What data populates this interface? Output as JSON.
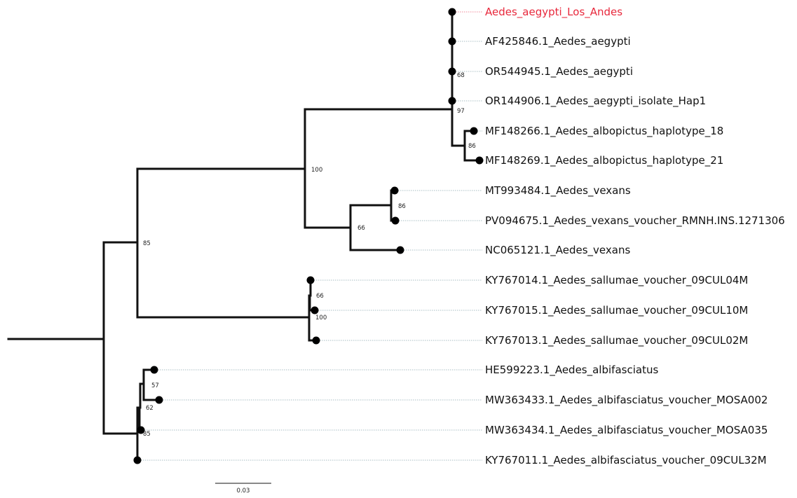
{
  "tree": {
    "highlight_color": "#e8283c",
    "tips": [
      {
        "label": "Aedes_aegypti_Los_Andes",
        "highlight": true
      },
      {
        "label": "AF425846.1_Aedes_aegypti"
      },
      {
        "label": "OR544945.1_Aedes_aegypti"
      },
      {
        "label": "OR144906.1_Aedes_aegypti_isolate_Hap1"
      },
      {
        "label": "MF148266.1_Aedes_albopictus_haplotype_18"
      },
      {
        "label": "MF148269.1_Aedes_albopictus_haplotype_21"
      },
      {
        "label": "MT993484.1_Aedes_vexans"
      },
      {
        "label": "PV094675.1_Aedes_vexans_voucher_RMNH.INS.1271306"
      },
      {
        "label": "NC065121.1_Aedes_vexans"
      },
      {
        "label": "KY767014.1_Aedes_sallumae_voucher_09CUL04M"
      },
      {
        "label": "KY767015.1_Aedes_sallumae_voucher_09CUL10M"
      },
      {
        "label": "KY767013.1_Aedes_sallumae_voucher_09CUL02M"
      },
      {
        "label": "HE599223.1_Aedes_albifasciatus"
      },
      {
        "label": "MW363433.1_Aedes_albifasciatus_voucher_MOSA002"
      },
      {
        "label": "MW363434.1_Aedes_albifasciatus_voucher_MOSA035"
      },
      {
        "label": "KY767011.1_Aedes_albifasciatus_voucher_09CUL32M"
      }
    ],
    "bootstrap": {
      "aegypti_68": "68",
      "aegypti_97": "97",
      "albopictus_86": "86",
      "main_100": "100",
      "vexans_86": "86",
      "vexans_66": "66",
      "root_85": "85",
      "sallumae_66": "66",
      "sallumae_100": "100",
      "albi_57": "57",
      "albi_62": "62",
      "albi_85": "85"
    },
    "scale_bar": "0.03"
  }
}
